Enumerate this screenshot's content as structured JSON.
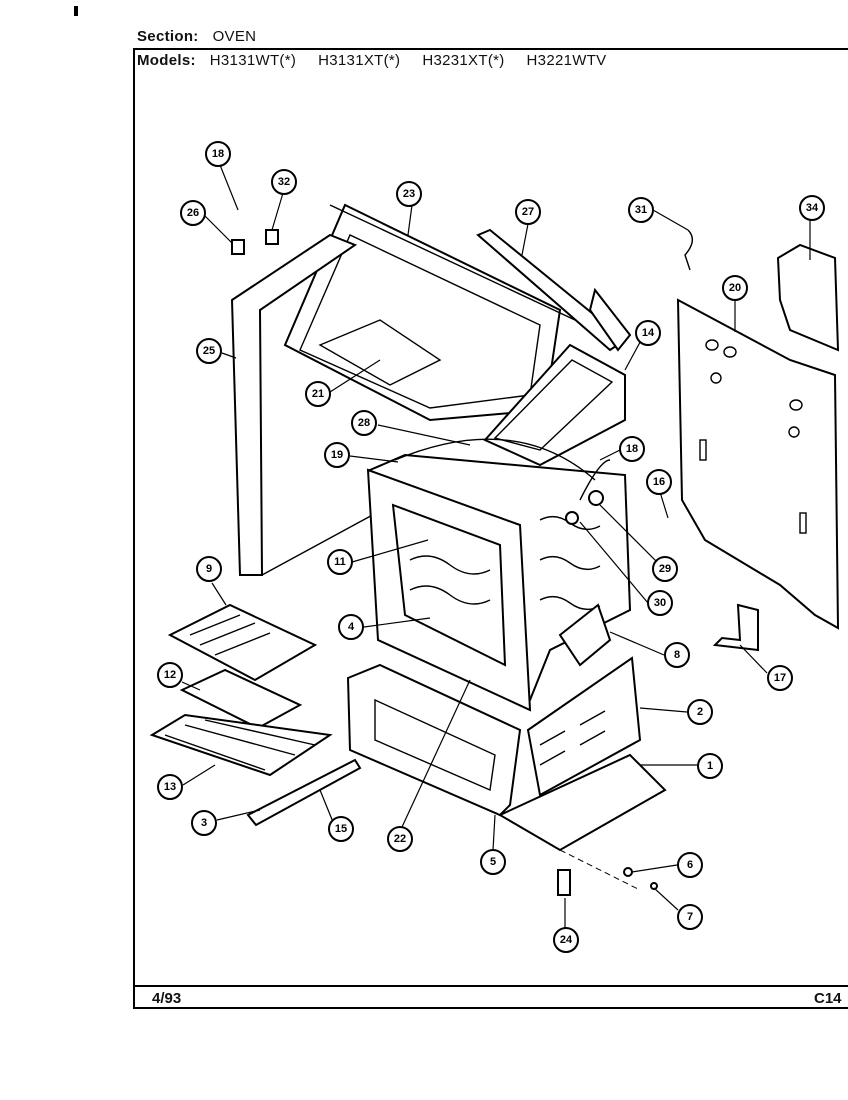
{
  "header": {
    "section_label": "Section:",
    "section_value": "OVEN",
    "models_label": "Models:",
    "models": [
      "H3131WT(*)",
      "H3131XT(*)",
      "H3231XT(*)",
      "H3221WTV"
    ]
  },
  "footer": {
    "date": "4/93",
    "page_id": "C14"
  },
  "callouts": [
    {
      "id": "c18a",
      "label": "18"
    },
    {
      "id": "c32",
      "label": "32"
    },
    {
      "id": "c26",
      "label": "26"
    },
    {
      "id": "c23",
      "label": "23"
    },
    {
      "id": "c27",
      "label": "27"
    },
    {
      "id": "c31",
      "label": "31"
    },
    {
      "id": "c34",
      "label": "34"
    },
    {
      "id": "c20",
      "label": "20"
    },
    {
      "id": "c14",
      "label": "14"
    },
    {
      "id": "c25",
      "label": "25"
    },
    {
      "id": "c21",
      "label": "21"
    },
    {
      "id": "c28",
      "label": "28"
    },
    {
      "id": "c19",
      "label": "19"
    },
    {
      "id": "c18b",
      "label": "18"
    },
    {
      "id": "c16",
      "label": "16"
    },
    {
      "id": "c11",
      "label": "11"
    },
    {
      "id": "c29",
      "label": "29"
    },
    {
      "id": "c9",
      "label": "9"
    },
    {
      "id": "c30",
      "label": "30"
    },
    {
      "id": "c4",
      "label": "4"
    },
    {
      "id": "c8",
      "label": "8"
    },
    {
      "id": "c17",
      "label": "17"
    },
    {
      "id": "c12",
      "label": "12"
    },
    {
      "id": "c2",
      "label": "2"
    },
    {
      "id": "c1",
      "label": "1"
    },
    {
      "id": "c13",
      "label": "13"
    },
    {
      "id": "c3",
      "label": "3"
    },
    {
      "id": "c15",
      "label": "15"
    },
    {
      "id": "c22",
      "label": "22"
    },
    {
      "id": "c5",
      "label": "5"
    },
    {
      "id": "c6",
      "label": "6"
    },
    {
      "id": "c7",
      "label": "7"
    },
    {
      "id": "c24",
      "label": "24"
    }
  ]
}
